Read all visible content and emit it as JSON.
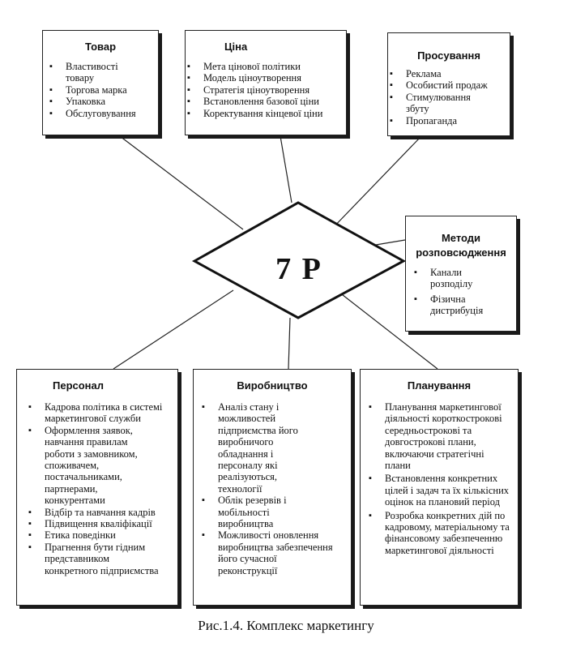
{
  "center": {
    "label": "7 P"
  },
  "boxes": {
    "tovar": {
      "title": "Товар",
      "items": [
        "Властивості товару",
        "Торгова марка",
        "Упаковка",
        "Обслуговування"
      ]
    },
    "tsina": {
      "title": "Ціна",
      "items": [
        "Мета цінової політики",
        "Модель ціноутворення",
        "Стратегія ціноутворення",
        "Встановлення базової ціни",
        "Коректування кінцевої ціни"
      ]
    },
    "prosuvannia": {
      "title": "Просування",
      "items": [
        "Реклама",
        "Особистий продаж",
        "Стимулювання збуту",
        "Пропаганда"
      ]
    },
    "metody": {
      "title_line1": "Методи",
      "title_line2": "розповсюдження",
      "items": [
        "Канали розподілу",
        "Фізична дистрибуція"
      ]
    },
    "personal": {
      "title": "Персонал",
      "items": [
        "Кадрова політика в системі маркетингової служби",
        "Оформлення заявок, навчання правилам роботи з замовником, споживачем, постачальниками, партнерами, конкурентами",
        "Відбір та навчання кадрів",
        "Підвищення кваліфікації",
        "Етика поведінки",
        "Прагнення бути гідним представником конкретного підприємства"
      ]
    },
    "vyrobnytstvo": {
      "title": "Виробництво",
      "items": [
        "Аналіз стану і можливостей підприємства його виробничого обладнання і персоналу які реалізуються, технології",
        "Облік резервів і мобільності виробництва",
        "Можливості оновлення виробництва забезпечення його сучасної реконструкції"
      ]
    },
    "planuvannia": {
      "title": "Планування",
      "items": [
        "Планування маркетингової діяльності короткострокові середньострокові та довгострокові плани, включаючи стратегічні плани",
        "Встановлення конкретних цілей і задач та їх кількісних оцінок на плановий період",
        "Розробка конкретних дій по кадровому, матеріальному та фінансовому забезпеченню маркетингової діяльності"
      ]
    }
  },
  "caption": "Рис.1.4. Комплекс маркетингу"
}
